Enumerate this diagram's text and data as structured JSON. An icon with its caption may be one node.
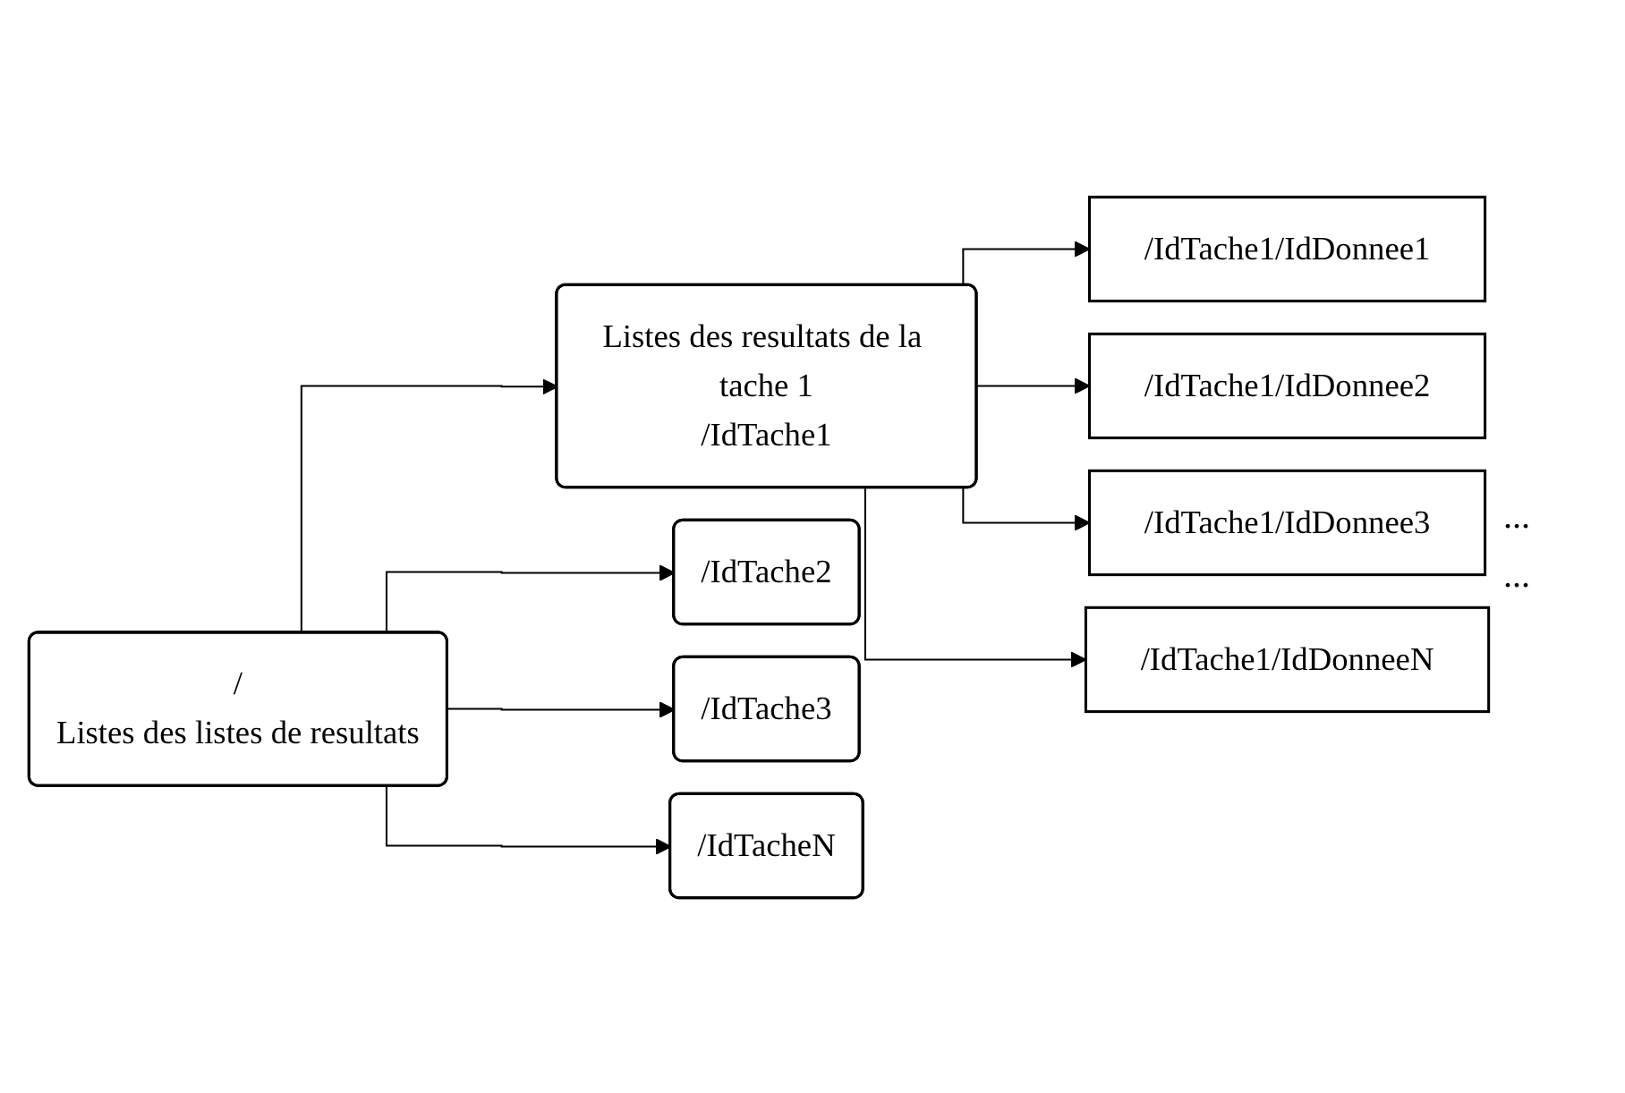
{
  "diagram": {
    "nodes": [
      {
        "text": [
          "/",
          "Listes des listes de resultats"
        ]
      },
      {
        "text": [
          "Listes des resultats de la tache 1",
          "/IdTache1"
        ]
      },
      {
        "text": [
          "/IdTache2"
        ]
      },
      {
        "text": [
          "/IdTache3"
        ]
      },
      {
        "text": [
          "/IdTacheN"
        ]
      },
      {
        "text": [
          "/IdTache1/IdDonnee1"
        ]
      },
      {
        "text": [
          "/IdTache1/IdDonnee2"
        ]
      },
      {
        "text": [
          "/IdTache1/IdDonnee3"
        ]
      },
      {
        "text": [
          "/IdTache1/IdDonneeN"
        ]
      }
    ],
    "edges": [
      {
        "from": 0,
        "to": 1,
        "arrow": "to"
      },
      {
        "from": 0,
        "to": 2,
        "arrow": "to"
      },
      {
        "from": 0,
        "to": 3,
        "arrow": "to"
      },
      {
        "from": 0,
        "to": 4,
        "arrow": "to"
      },
      {
        "from": 1,
        "to": 5,
        "arrow": "to"
      },
      {
        "from": 1,
        "to": 6,
        "arrow": "to"
      },
      {
        "from": 1,
        "to": 7,
        "arrow": "to"
      },
      {
        "from": 1,
        "to": 8,
        "arrow": "to"
      }
    ],
    "labels": [
      "...",
      "..."
    ]
  }
}
